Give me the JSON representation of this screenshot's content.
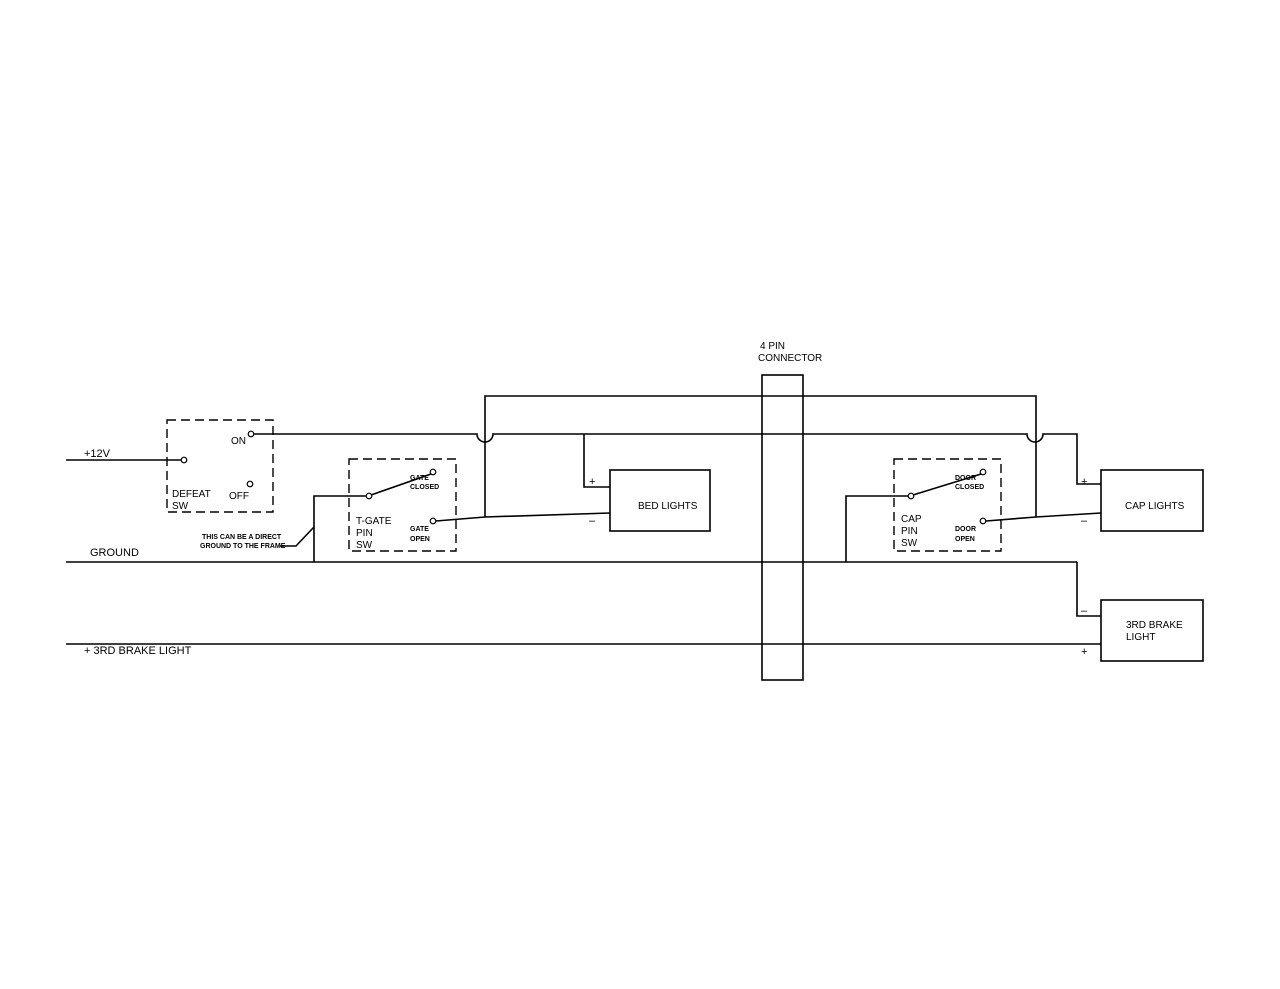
{
  "title": "",
  "lines": {
    "plus12v": "+12V",
    "ground": "GROUND",
    "brake_feed": "+  3RD  BRAKE  LIGHT"
  },
  "connector": {
    "line1": "4  PIN",
    "line2": "CONNECTOR"
  },
  "defeat_switch": {
    "on": "ON",
    "off": "OFF",
    "label1": "DEFEAT",
    "label2": "SW"
  },
  "tgate_switch": {
    "label": [
      "T-GATE",
      "PIN",
      "SW"
    ],
    "closed": [
      "GATE",
      "CLOSED"
    ],
    "open": [
      "GATE",
      "OPEN"
    ]
  },
  "cap_switch": {
    "label": [
      "CAP",
      "PIN",
      "SW"
    ],
    "closed": [
      "DOOR",
      "CLOSED"
    ],
    "open": [
      "DOOR",
      "OPEN"
    ]
  },
  "note": [
    "THIS CAN BE A DIRECT",
    "GROUND TO THE FRAME"
  ],
  "loads": {
    "bed_lights": "BED  LIGHTS",
    "cap_lights": "CAP  LIGHTS",
    "brake_light": [
      "3RD  BRAKE",
      "LIGHT"
    ]
  },
  "polarity": {
    "plus": "+",
    "minus": "–"
  }
}
